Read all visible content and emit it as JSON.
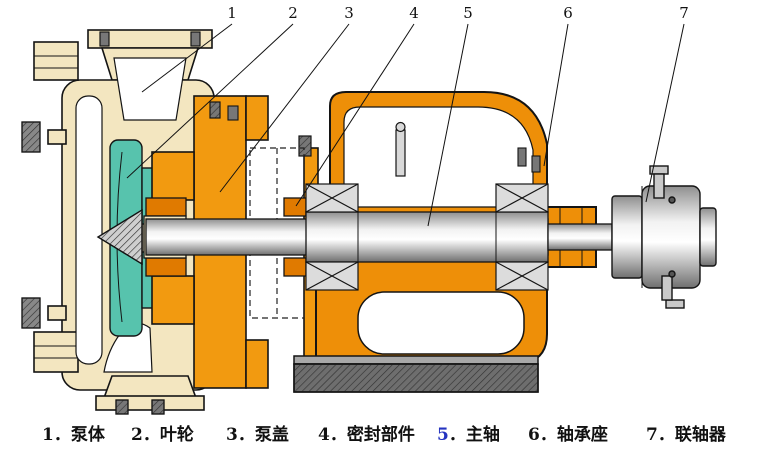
{
  "figure": {
    "kind": "pump-sectional-diagram",
    "description": "cross-section of a centrifugal pump with numbered part callouts"
  },
  "callouts": [
    "1",
    "2",
    "3",
    "4",
    "5",
    "6",
    "7"
  ],
  "legend": {
    "separator": "．",
    "items": [
      {
        "num": "1",
        "label": "泵体"
      },
      {
        "num": "2",
        "label": "叶轮"
      },
      {
        "num": "3",
        "label": "泵盖"
      },
      {
        "num": "4",
        "label": "密封部件"
      },
      {
        "num": "5",
        "label": "主轴"
      },
      {
        "num": "6",
        "label": "轴承座"
      },
      {
        "num": "7",
        "label": "联轴器"
      }
    ]
  },
  "colors": {
    "background": "#ffffff",
    "casing_cream": "#f3e6c0",
    "impeller_teal": "#57c3ad",
    "cover_orange": "#f29a10",
    "housing_orange": "#ee8f08",
    "seal_orange": "#e07a00",
    "base_gray": "#6e6e6e",
    "base_lip_gray": "#a8a8a8",
    "shaft_edge": "#8f8f8f",
    "shaft_light": "#f2f2f2",
    "shaft_edge2": "#6f6f6f",
    "metal_gray": "#d0d0d0",
    "bolt_gray": "#777777",
    "outline": "#141414",
    "highlight_blue": "#2433c0"
  }
}
